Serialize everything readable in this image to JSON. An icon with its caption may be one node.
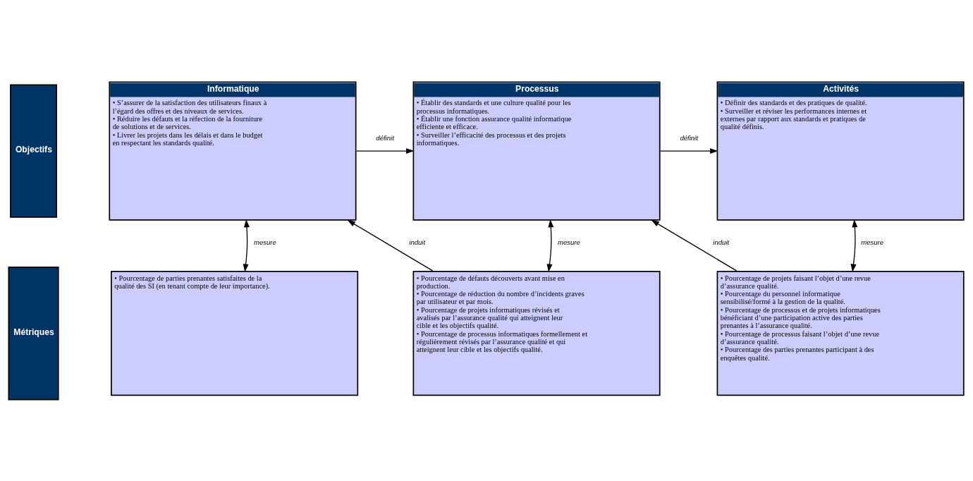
{
  "diagram": {
    "nodes": [
      {
        "text": [
          "Objectifs"
        ]
      },
      {
        "text": [
          "Informatique",
          "• S’assurer de la satisfaction des utilisateurs finaux à l’égard des offres et des niveaux de services.",
          "• Réduire les défauts et la réfection de la fourniture de solutions et de services.",
          "• Livrer les projets dans les délais et dans le budget en respectant les standards qualité."
        ]
      },
      {
        "text": [
          "Processus",
          "• Établir des standards et une culture qualité pour les processus informatiques.",
          "• Établir une fonction assurance qualité informatique efficiente et efficace.",
          "• Surveiller l’efficacité des processus et des projets informatiques."
        ]
      },
      {
        "text": [
          "Activités",
          "• Définir des standards et des pratiques de qualité.",
          "• Surveiller et réviser les performances internes et externes par rapport aux standards et pratiques de qualité définis."
        ]
      },
      {
        "text": [
          "Métriques"
        ]
      },
      {
        "text": [
          "• Pourcentage de parties prenantes satisfaites de la qualité des SI (en tenant compte de leur importance)."
        ]
      },
      {
        "text": [
          "• Pourcentage de défauts découverts avant mise en production.",
          "• Pourcentage de réduction du nombre d’incidents graves par utilisateur et par mois.",
          "• Pourcentage de projets informatiques révisés et avalisés par l’assurance qualité qui atteignent leur cible et les objectifs qualité.",
          "• Pourcentage de processus informatiques formellement et régulièrement révisés par l’assurance qualité et qui atteignent leur cible et les objectifs qualité."
        ]
      },
      {
        "text": [
          "• Pourcentage de projets faisant l’objet d’une revue d’assurance qualité.",
          "• Pourcentage du personnel informatique sensibilisé/formé à la gestion de la qualité.",
          "• Pourcentage de processus et de projets informatiques bénéficiant d’une participation active des parties prenantes à l’assurance qualité.",
          "• Pourcentage de processus faisant l’objet d’une revue d’assurance qualité.",
          "• Pourcentage des parties prenantes participant à des enquêtes qualité."
        ]
      }
    ],
    "edges": [
      {
        "from": 1,
        "to": 2,
        "arrow": "to",
        "label": "définit"
      },
      {
        "from": 2,
        "to": 3,
        "arrow": "to",
        "label": "définit"
      },
      {
        "from": 1,
        "to": 5,
        "arrow": "both",
        "label": "mesure"
      },
      {
        "from": 6,
        "to": 1,
        "arrow": "to",
        "label": "induit"
      },
      {
        "from": 2,
        "to": 6,
        "arrow": "both",
        "label": "mesure"
      },
      {
        "from": 7,
        "to": 2,
        "arrow": "to",
        "label": "induit"
      },
      {
        "from": 3,
        "to": 7,
        "arrow": "both",
        "label": "mesure"
      }
    ]
  }
}
